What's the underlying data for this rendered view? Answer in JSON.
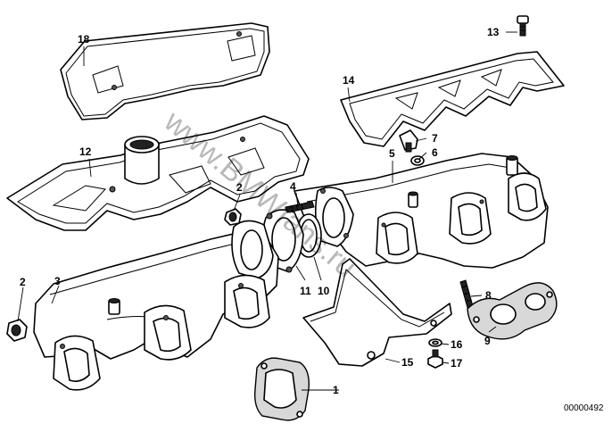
{
  "diagram": {
    "reference_number": "00000492",
    "watermark": "www.BMWfans.ru",
    "callouts": [
      {
        "id": "c1",
        "label": "1"
      },
      {
        "id": "c2a",
        "label": "2"
      },
      {
        "id": "c2b",
        "label": "2"
      },
      {
        "id": "c3",
        "label": "3"
      },
      {
        "id": "c4",
        "label": "4"
      },
      {
        "id": "c5",
        "label": "5"
      },
      {
        "id": "c6",
        "label": "6"
      },
      {
        "id": "c7",
        "label": "7"
      },
      {
        "id": "c8",
        "label": "8"
      },
      {
        "id": "c9",
        "label": "9"
      },
      {
        "id": "c10",
        "label": "10"
      },
      {
        "id": "c11",
        "label": "11"
      },
      {
        "id": "c12",
        "label": "12"
      },
      {
        "id": "c13",
        "label": "13"
      },
      {
        "id": "c14",
        "label": "14"
      },
      {
        "id": "c15",
        "label": "15"
      },
      {
        "id": "c16",
        "label": "16"
      },
      {
        "id": "c17",
        "label": "17"
      },
      {
        "id": "c18",
        "label": "18"
      }
    ]
  }
}
